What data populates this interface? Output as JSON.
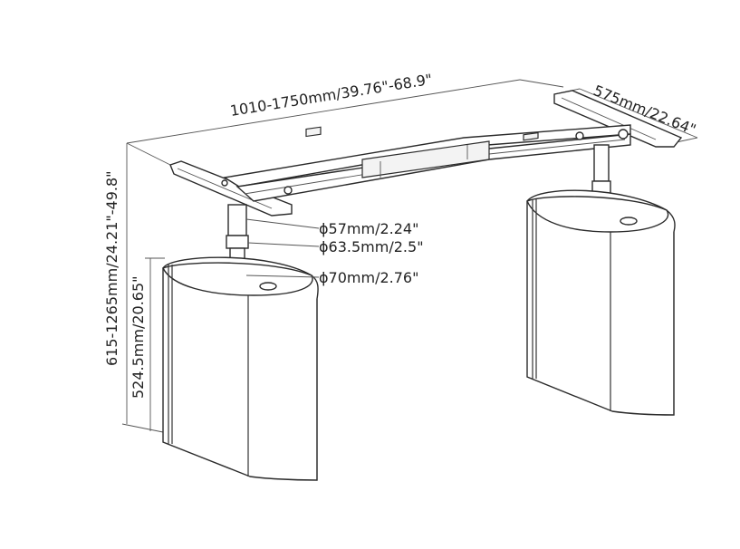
{
  "dimensions": {
    "width_range": "1010-1750mm/39.76\"-68.9\"",
    "depth": "575mm/22.64\"",
    "height_range": "615-1265mm/24.21\"-49.8\"",
    "base_height": "524.5mm/20.65\"",
    "column_diameters": [
      "ϕ57mm/2.24\"",
      "ϕ63.5mm/2.5\"",
      "ϕ70mm/2.76\""
    ]
  },
  "colors": {
    "line": "#2b2b2b",
    "text": "#222222",
    "background": "#ffffff"
  }
}
